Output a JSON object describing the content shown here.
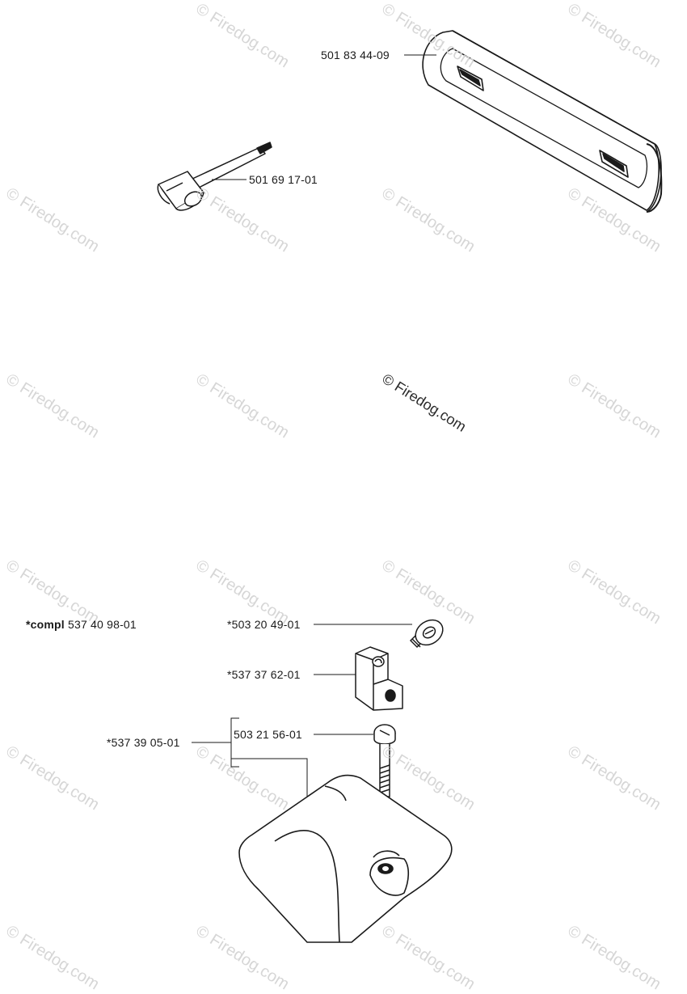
{
  "watermark": "© Firedog.com",
  "parts": {
    "scabbard": "501 83 44-09",
    "combi_wrench": "501 69 17-01",
    "compl_prefix": "*compl",
    "compl_number": "537 40 98-01",
    "screw_top": "*503 20 49-01",
    "block": "*537 37 62-01",
    "screw_long": "503 21 56-01",
    "cover": "*537 39 05-01"
  },
  "colors": {
    "line": "#1a1a1a",
    "shade": "#bfbfbf",
    "watermark": "#d6d6d6"
  }
}
